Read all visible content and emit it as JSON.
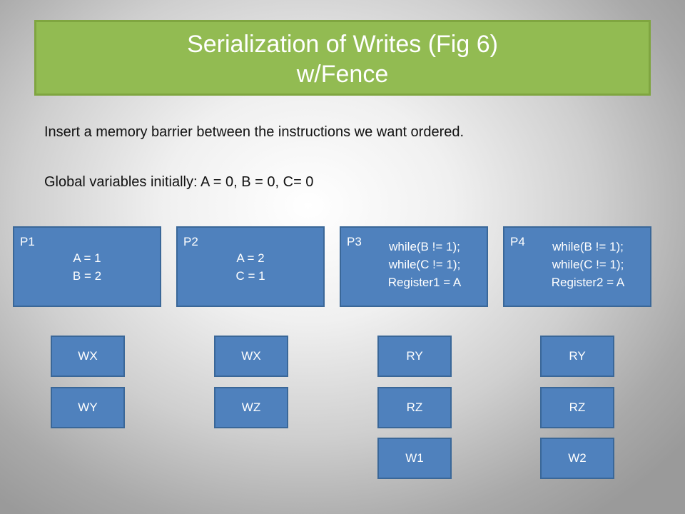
{
  "title": {
    "line1": "Serialization of Writes (Fig 6)",
    "line2": "w/Fence"
  },
  "body": {
    "line1": "Insert a memory barrier between the instructions we want ordered.",
    "line2": "Global variables initially: A = 0, B = 0, C= 0"
  },
  "processors": [
    {
      "label": "P1",
      "code": [
        "A = 1",
        "B = 2"
      ]
    },
    {
      "label": "P2",
      "code": [
        "A = 2",
        "C = 1"
      ]
    },
    {
      "label": "P3",
      "code": [
        "while(B != 1);",
        "while(C != 1);",
        "Register1 = A"
      ]
    },
    {
      "label": "P4",
      "code": [
        "while(B != 1);",
        "while(C != 1);",
        "Register2 = A"
      ]
    }
  ],
  "operations": {
    "p1": [
      "WX",
      "WY"
    ],
    "p2": [
      "WX",
      "WZ"
    ],
    "p3": [
      "RY",
      "RZ",
      "W1"
    ],
    "p4": [
      "RY",
      "RZ",
      "W2"
    ]
  }
}
